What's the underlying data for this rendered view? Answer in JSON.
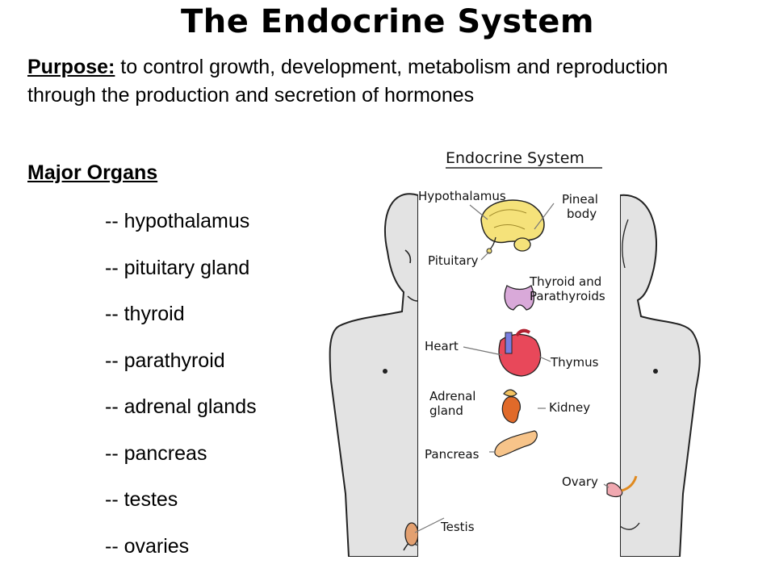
{
  "slide": {
    "title": "The Endocrine System",
    "purpose_label": "Purpose:",
    "purpose_text": " to control growth, development, metabolism and reproduction through the production and secretion of hormones",
    "organs_heading": "Major Organs",
    "organs": [
      "-- hypothalamus",
      "-- pituitary gland",
      "-- thyroid",
      "-- parathyroid",
      "-- adrenal glands",
      "-- pancreas",
      "-- testes",
      "-- ovaries"
    ]
  },
  "figure": {
    "title": "Endocrine System",
    "labels": {
      "hypothalamus": "Hypothalamus",
      "pineal_1": "Pineal",
      "pineal_2": "body",
      "pituitary": "Pituitary",
      "thyroid_1": "Thyroid and",
      "thyroid_2": "Parathyroids",
      "heart": "Heart",
      "thymus": "Thymus",
      "adrenal_1": "Adrenal",
      "adrenal_2": "gland",
      "kidney": "Kidney",
      "pancreas": "Pancreas",
      "ovary": "Ovary",
      "testis": "Testis"
    },
    "colors": {
      "brain": "#f5e27a",
      "thyroid": "#d9a9d9",
      "heart": "#e8485a",
      "heart_vessel": "#7a7de0",
      "adrenal": "#f3c260",
      "kidney": "#e06a2a",
      "pancreas": "#f7c48a",
      "ovary": "#f0a8b0",
      "body_fill": "#e3e3e3"
    }
  }
}
